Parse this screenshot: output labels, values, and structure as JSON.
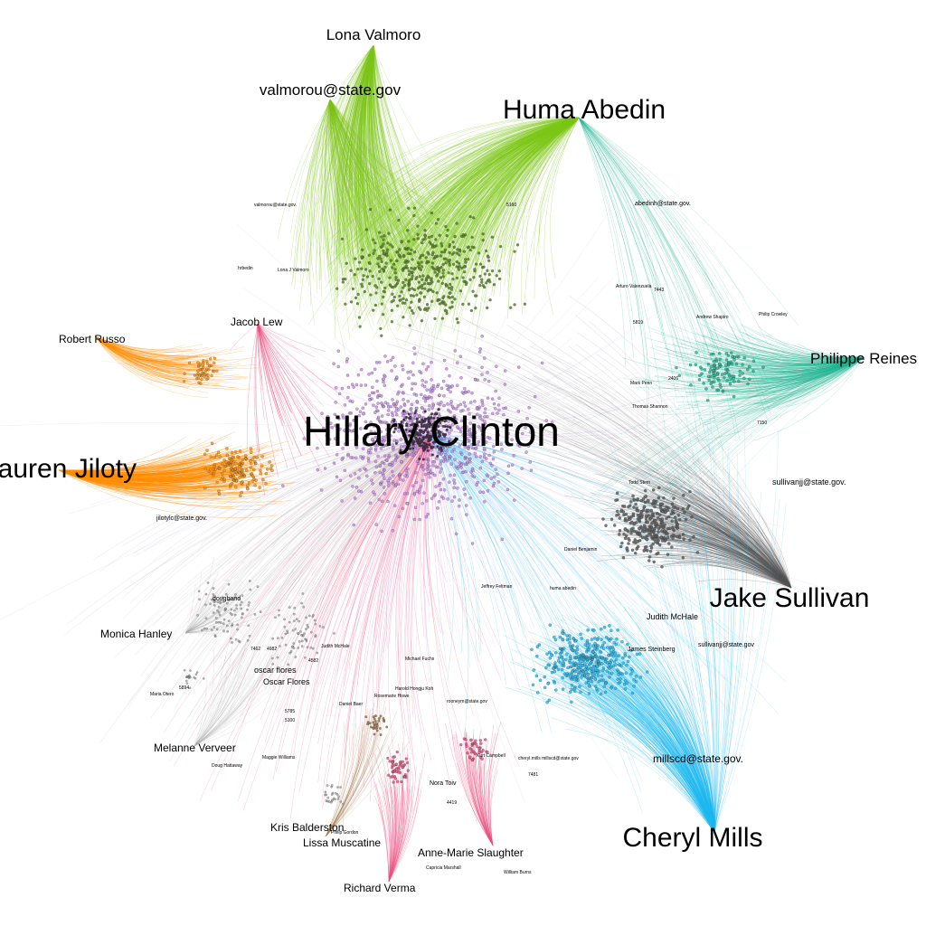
{
  "graph": {
    "colors": {
      "purple": "#c58be8",
      "green": "#7cc416",
      "orange": "#ff8c00",
      "teal": "#1db38f",
      "gray": "#555555",
      "blue": "#1cb8f0",
      "pink": "#ea4a7a",
      "lightgray": "#a6a6a6",
      "darkgreen": "#4f7a16",
      "brown": "#9a6a3a"
    },
    "hub_labels": [
      {
        "text": "Hillary Clinton",
        "size": "xl"
      },
      {
        "text": "Huma Abedin",
        "size": "l"
      },
      {
        "text": "Jake Sullivan",
        "size": "l"
      },
      {
        "text": "Cheryl Mills",
        "size": "l"
      },
      {
        "text": "Lauren Jiloty",
        "size": "l"
      },
      {
        "text": "Lona Valmoro",
        "size": "m"
      },
      {
        "text": "valmorou@state.gov",
        "size": "m"
      },
      {
        "text": "Philippe Reines",
        "size": "m"
      }
    ],
    "mid_labels": [
      "Robert Russo",
      "Jacob Lew",
      "Monica Hanley",
      "Melanne Verveer",
      "Kris Balderston",
      "Lissa Muscatine",
      "Richard Verma",
      "Anne-Marie Slaughter",
      "sullivanjj@state.gov.",
      "millscd@state.gov.",
      "oscar flores",
      "Oscar Flores",
      "Judith McHale",
      "James Steinberg",
      "Nora Toiv"
    ],
    "small_labels": [
      "jilotylc@state.gov.",
      "abedinh@state.gov.",
      "valmorou@state.gov.",
      "hrbedin",
      "Andrew Shapiro",
      "Philip Crowley",
      "dougband",
      "Jeffrey Feltman",
      "huma abedin",
      "sullivanjj@state.gov",
      "Michael Fuchs",
      "Harold Hongju Koh",
      "rooneym@state.gov",
      "Kurt Campbell",
      "cheryl.mills millscd@state.gov",
      "Capricia Marshall",
      "William Burns",
      "Doug Hattaway",
      "Maggie Williams",
      "Daniel Baer",
      "Maria Otero",
      "Philip Gordon",
      "Arturo Valenzuela",
      "Thomas Shannon",
      "Daniel Benjamin",
      "Todd Stern",
      "Lona J Valmoro",
      "Rosemarie Howe",
      "Mark Penn",
      "Judith McHale"
    ],
    "tiny_labels": [
      "5819",
      "7462",
      "4982",
      "5785",
      "5100",
      "4419",
      "7481",
      "5894",
      "7443",
      "4582",
      "5160",
      "7150",
      "2406"
    ]
  }
}
